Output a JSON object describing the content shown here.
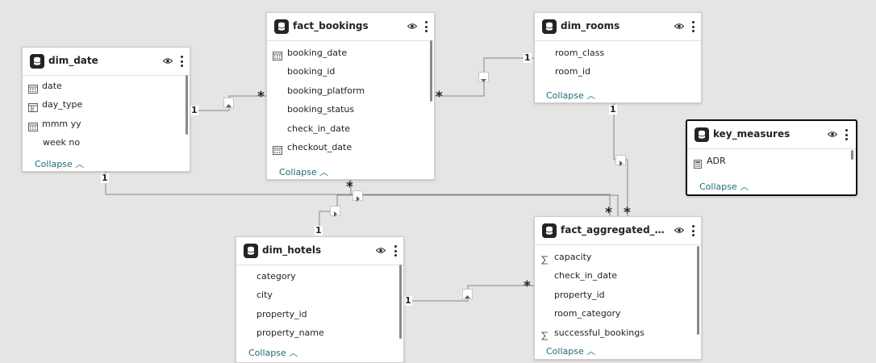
{
  "tables": [
    {
      "id": "dim_date",
      "title": "dim_date",
      "collapse_label": "Collapse",
      "fields": [
        {
          "name": "date",
          "icon": "calendar-icon"
        },
        {
          "name": "day_type",
          "icon": "calculated-column-icon"
        },
        {
          "name": "mmm yy",
          "icon": "calendar-icon"
        },
        {
          "name": "week no",
          "icon": ""
        }
      ]
    },
    {
      "id": "fact_bookings",
      "title": "fact_bookings",
      "collapse_label": "Collapse",
      "fields": [
        {
          "name": "booking_date",
          "icon": "calendar-icon"
        },
        {
          "name": "booking_id",
          "icon": ""
        },
        {
          "name": "booking_platform",
          "icon": ""
        },
        {
          "name": "booking_status",
          "icon": ""
        },
        {
          "name": "check_in_date",
          "icon": ""
        },
        {
          "name": "checkout_date",
          "icon": "calendar-icon"
        }
      ]
    },
    {
      "id": "dim_rooms",
      "title": "dim_rooms",
      "collapse_label": "Collapse",
      "fields": [
        {
          "name": "room_class",
          "icon": ""
        },
        {
          "name": "room_id",
          "icon": ""
        }
      ]
    },
    {
      "id": "key_measures",
      "title": "key_measures",
      "collapse_label": "Collapse",
      "fields": [
        {
          "name": "ADR",
          "icon": "measure-icon"
        }
      ]
    },
    {
      "id": "dim_hotels",
      "title": "dim_hotels",
      "collapse_label": "Collapse",
      "fields": [
        {
          "name": "category",
          "icon": ""
        },
        {
          "name": "city",
          "icon": ""
        },
        {
          "name": "property_id",
          "icon": ""
        },
        {
          "name": "property_name",
          "icon": ""
        }
      ]
    },
    {
      "id": "fact_aggregated_bookings",
      "title": "fact_aggregated_boo...",
      "collapse_label": "Collapse",
      "fields": [
        {
          "name": "capacity",
          "icon": "sum-icon"
        },
        {
          "name": "check_in_date",
          "icon": ""
        },
        {
          "name": "property_id",
          "icon": ""
        },
        {
          "name": "room_category",
          "icon": ""
        },
        {
          "name": "successful_bookings",
          "icon": "sum-icon"
        }
      ]
    }
  ],
  "relationships": [
    {
      "id": "date-bookings",
      "one_label": "1",
      "many_label": "*",
      "direction_icon": "arrow-up-icon"
    },
    {
      "id": "rooms-bookings",
      "one_label": "1",
      "many_label": "*",
      "direction_icon": "arrow-down-icon"
    },
    {
      "id": "rooms-agg",
      "one_label": "1",
      "many_label": "*",
      "direction_icon": "arrow-right-icon"
    },
    {
      "id": "date-agg",
      "one_label": "1",
      "many_label": "*",
      "direction_icon": ""
    },
    {
      "id": "hotels-bookings",
      "one_label": "1",
      "many_label": "*",
      "direction_icon": "arrow-right-icon"
    },
    {
      "id": "bookings-agg",
      "one_label": "",
      "many_label": "*",
      "direction_icon": "arrow-right-icon"
    },
    {
      "id": "hotels-agg",
      "one_label": "1",
      "many_label": "*",
      "direction_icon": "arrow-up-icon"
    }
  ],
  "colors": {
    "canvas": "#e6e5e4",
    "card": "#ffffff",
    "collapse": "#1f6b75",
    "line": "#8a8886",
    "selected_border": "#111111"
  }
}
